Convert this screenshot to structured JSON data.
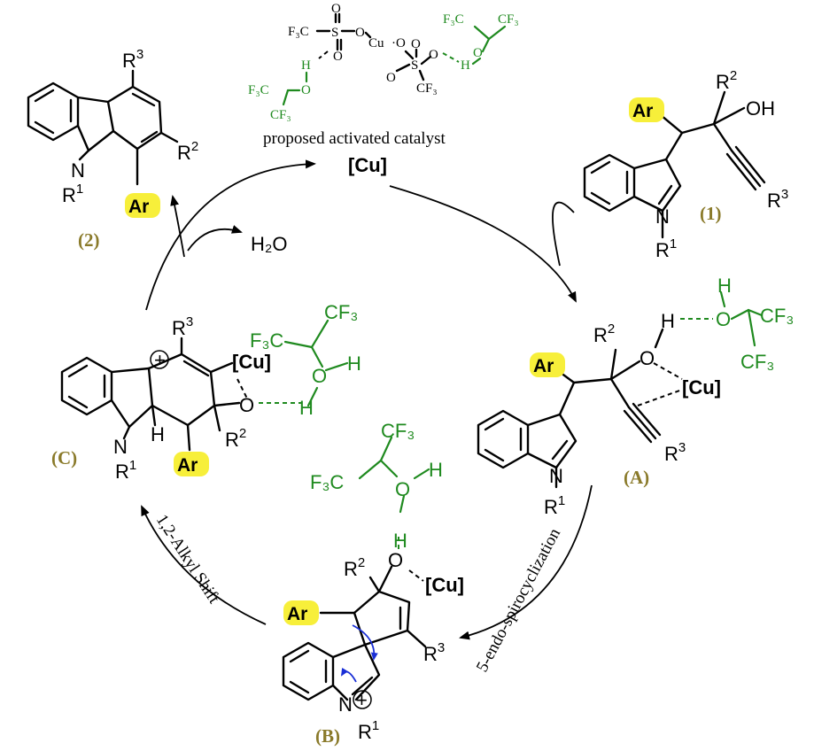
{
  "catalyst": {
    "caption": "proposed activated catalyst",
    "label": "[Cu]",
    "f3c_s": "F₃C",
    "cu_o": "Cu",
    "cf3": "CF₃",
    "tfe_left_f3c": "F₃C",
    "tfe_left_cf3": "CF₃",
    "tfe_right_f3c": "F₃C",
    "tfe_right_cf3": "CF₃"
  },
  "compounds": {
    "c1": "(1)",
    "c2": "(2)",
    "cA": "(A)",
    "cB": "(B)",
    "cC": "(C)"
  },
  "byproduct": "H₂O",
  "steps": {
    "spiro": "5-endo-spirocyclization",
    "shift": "1,2-Alkyl Shift"
  },
  "labels": {
    "ar": "Ar",
    "cu": "[Cu]",
    "oh": "OH",
    "n": "N",
    "o": "O",
    "h": "H",
    "r1": "R",
    "r2": "R",
    "r3": "R",
    "cf3": "CF₃",
    "f3c": "F₃C",
    "plus": "+"
  },
  "colors": {
    "highlight": "#f7ef3a",
    "hfip_green": "#1f8a1f",
    "label_olive": "#8a7a2a",
    "electron_arrow_blue": "#1a2fd6"
  }
}
